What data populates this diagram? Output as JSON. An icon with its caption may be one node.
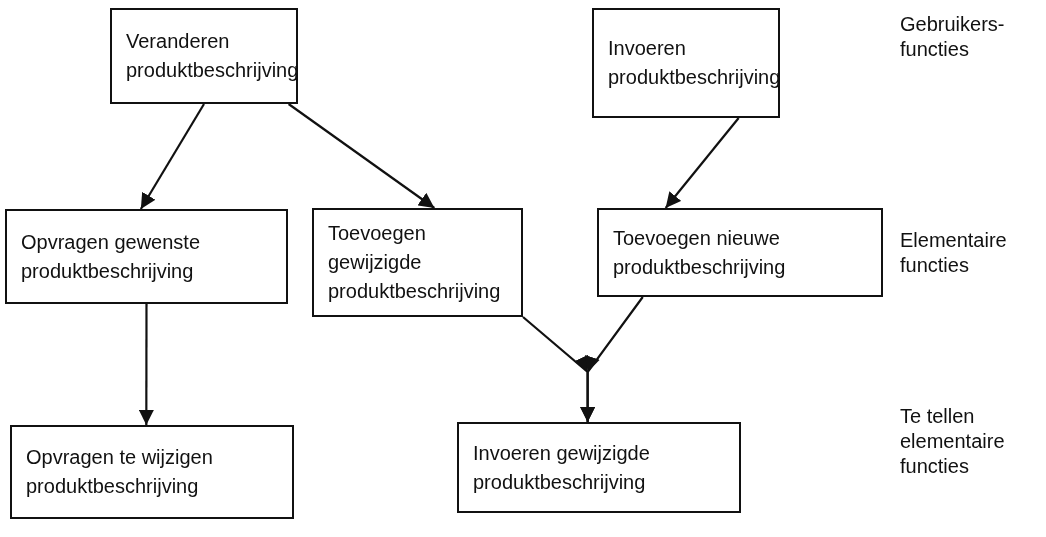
{
  "diagram": {
    "nodes": [
      {
        "text": [
          "Veranderen produktbeschrijving"
        ]
      },
      {
        "text": [
          "Invoeren produktbeschrijving"
        ]
      },
      {
        "text": [
          "Opvragen gewenste produktbeschrijving"
        ]
      },
      {
        "text": [
          "Toevoegen gewijzigde produktbeschrijving"
        ]
      },
      {
        "text": [
          "Toevoegen nieuwe produktbeschrijving"
        ]
      },
      {
        "text": [
          "Opvragen te wijzigen produktbeschrijving"
        ]
      },
      {
        "text": [
          "Invoeren gewijzigde produktbeschrijving"
        ]
      }
    ],
    "edges": [
      {
        "from": 0,
        "to": 2,
        "arrow": "to"
      },
      {
        "from": 0,
        "to": 3,
        "arrow": "to"
      },
      {
        "from": 1,
        "to": 4,
        "arrow": "to"
      },
      {
        "from": 2,
        "to": 5,
        "arrow": "to"
      },
      {
        "from": 3,
        "to": 6,
        "arrow": "to"
      },
      {
        "from": 4,
        "to": 6,
        "arrow": "to"
      }
    ],
    "labels": [
      "Gebruikers- functies",
      "Elementaire functies",
      "Te tellen elementaire functies"
    ]
  }
}
